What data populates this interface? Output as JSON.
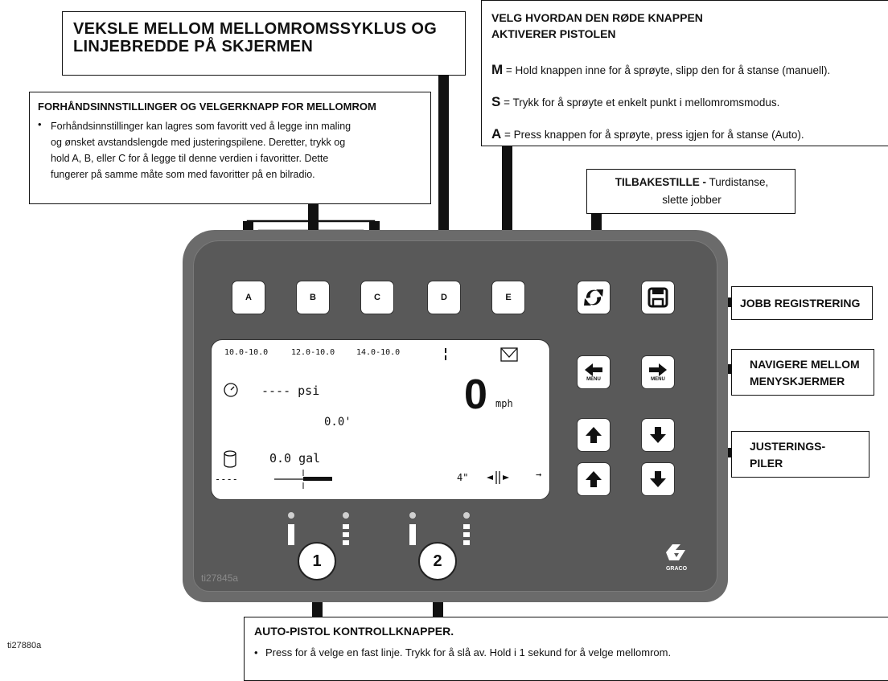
{
  "callouts": {
    "toggle_cycle": "VEKSLE MELLOM MELLOMROMSSYKLUS OG LINJEBREDDE PÅ SKJERMEN",
    "trigger": {
      "title_line1": "VELG HVORDAN DEN RØDE KNAPPEN",
      "title_line2": "AKTIVERER PISTOLEN",
      "m_key": "M",
      "m_text": " = Hold knappen inne for å sprøyte, slipp den for å stanse (manuell).",
      "s_key": "S",
      "s_text": " = Trykk for å sprøyte et enkelt punkt i mellomromsmodus.",
      "a_key": "A",
      "a_text": " = Press knappen for å sprøyte, press igjen for å stanse (Auto)."
    },
    "presets": {
      "title": "FORHÅNDSINNSTILLINGER OG VELGERKNAPP FOR MELLOMROM",
      "bullet": "•",
      "lines": [
        "Forhåndsinnstillinger kan lagres som favoritt ved å legge inn maling",
        "og ønsket avstandslengde med justeringspilene. Deretter, trykk og",
        "hold A, B, eller C for å legge til denne verdien i favoritter. Dette",
        "fungerer på samme måte som med favoritter på en bilradio."
      ]
    },
    "reset": {
      "title": "TILBAKESTILLE -",
      "text1": " Turdistanse,",
      "text2": "slette jobber"
    },
    "job_log": "JOBB REGISTRERING",
    "navigate": {
      "line1": "NAVIGERE MELLOM",
      "line2": "MENYSKJERMER"
    },
    "adjust": {
      "line1": "JUSTERINGS-",
      "line2": "PILER"
    },
    "autogun": {
      "title": "AUTO-PISTOL KONTROLLKNAPPER.",
      "bullet": "•",
      "text": "Press for å velge en fast linje. Trykk for å slå av. Hold i 1 sekund for å velge mellomrom."
    }
  },
  "panel": {
    "keys": [
      "A",
      "B",
      "C",
      "D",
      "E"
    ],
    "menu_label": "MENU",
    "gun_buttons": [
      "1",
      "2"
    ],
    "panel_id": "ti27845a",
    "brand": "GRACO"
  },
  "lcd": {
    "presets": [
      "10.0-10.0",
      "12.0-10.0",
      "14.0-10.0"
    ],
    "pressure": "---- psi",
    "distance": "0.0'",
    "speed": "0",
    "speed_unit": "mph",
    "volume": "0.0 gal",
    "dashes": "----",
    "line_width": "4\"",
    "arrow": "→"
  },
  "figure_id": "ti27880a",
  "colors": {
    "panel": "#6b6b6b",
    "panel_inner": "#595959",
    "ink": "#111111",
    "screen": "#ffffff"
  }
}
